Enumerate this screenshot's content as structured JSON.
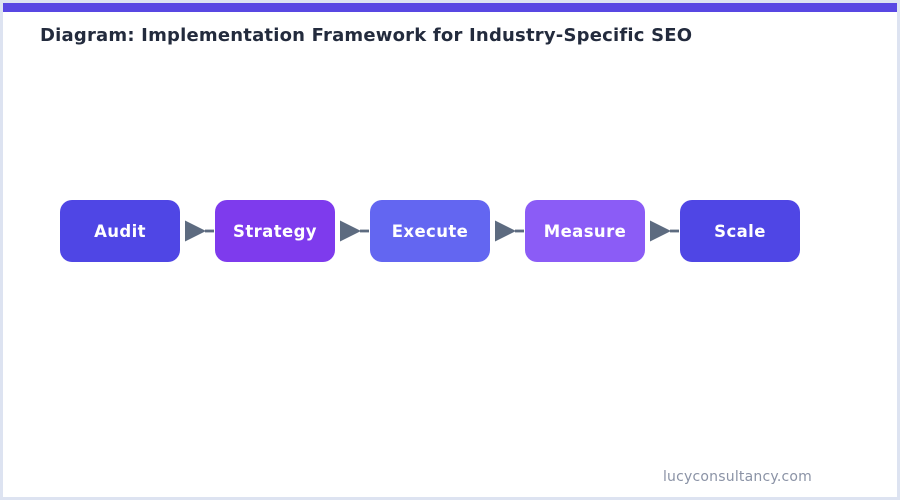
{
  "page": {
    "title": "Diagram: Implementation Framework for Industry-Specific SEO",
    "footer": "lucyconsultancy.com",
    "accent_color": "#5847e3",
    "border_color": "#dde3f1",
    "arrow_color": "#5d6b80",
    "background_color": "#ffffff",
    "title_color": "#232b3d"
  },
  "diagram": {
    "type": "flow",
    "direction": "left-to-right",
    "steps": [
      {
        "label": "Audit",
        "color": "#4f46e5"
      },
      {
        "label": "Strategy",
        "color": "#7e3bed"
      },
      {
        "label": "Execute",
        "color": "#6366f1"
      },
      {
        "label": "Measure",
        "color": "#8b5cf6"
      },
      {
        "label": "Scale",
        "color": "#4f46e5"
      }
    ]
  }
}
